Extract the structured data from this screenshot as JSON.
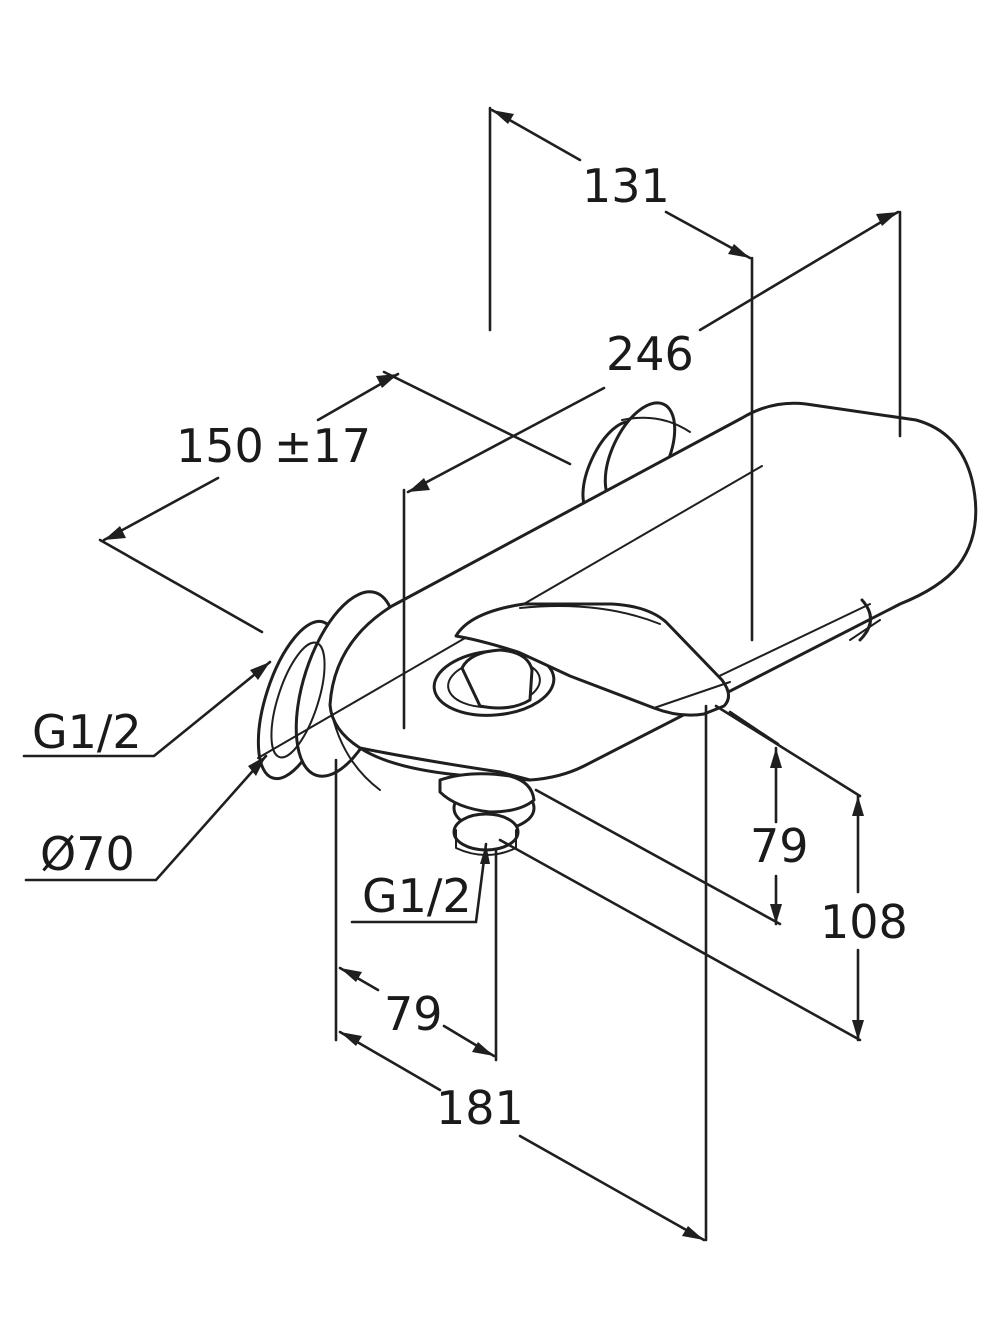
{
  "labels": {
    "d131": "131",
    "d246": "246",
    "d150": "150",
    "tol17": "±17",
    "g12_left": "G1/2",
    "dia70": "Ø70",
    "g12_bottom": "G1/2",
    "d79_right": "79",
    "d108": "108",
    "d79_bottom": "79",
    "d181": "181"
  }
}
